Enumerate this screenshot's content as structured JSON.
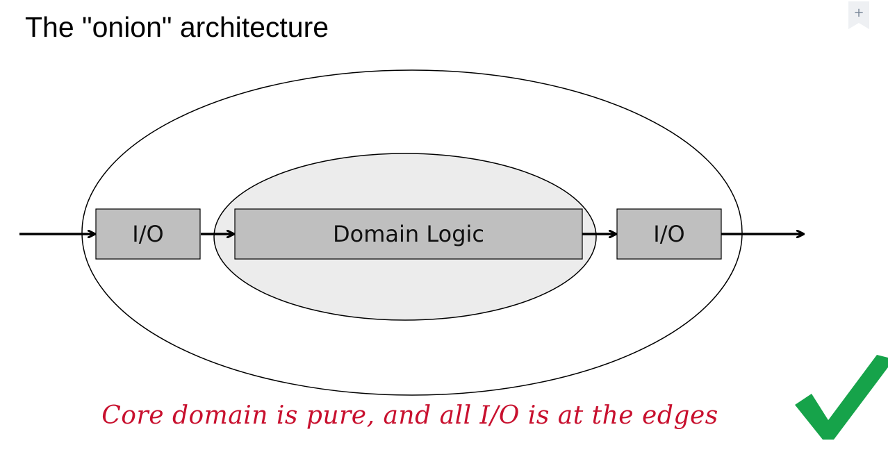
{
  "slide": {
    "title": "The \"onion\" architecture",
    "caption": "Core domain is pure, and all I/O is at the edges"
  },
  "diagram": {
    "boxes": {
      "input": "I/O",
      "core": "Domain Logic",
      "output": "I/O"
    }
  },
  "toolbar": {
    "bookmark_label": "+"
  },
  "icons": {
    "bookmark": "bookmark-add-icon",
    "check": "checkmark-icon"
  },
  "colors": {
    "box_fill": "#bfbfbf",
    "inner_fill": "#ececec",
    "caption": "#c8102e",
    "check": "#16a34a"
  }
}
